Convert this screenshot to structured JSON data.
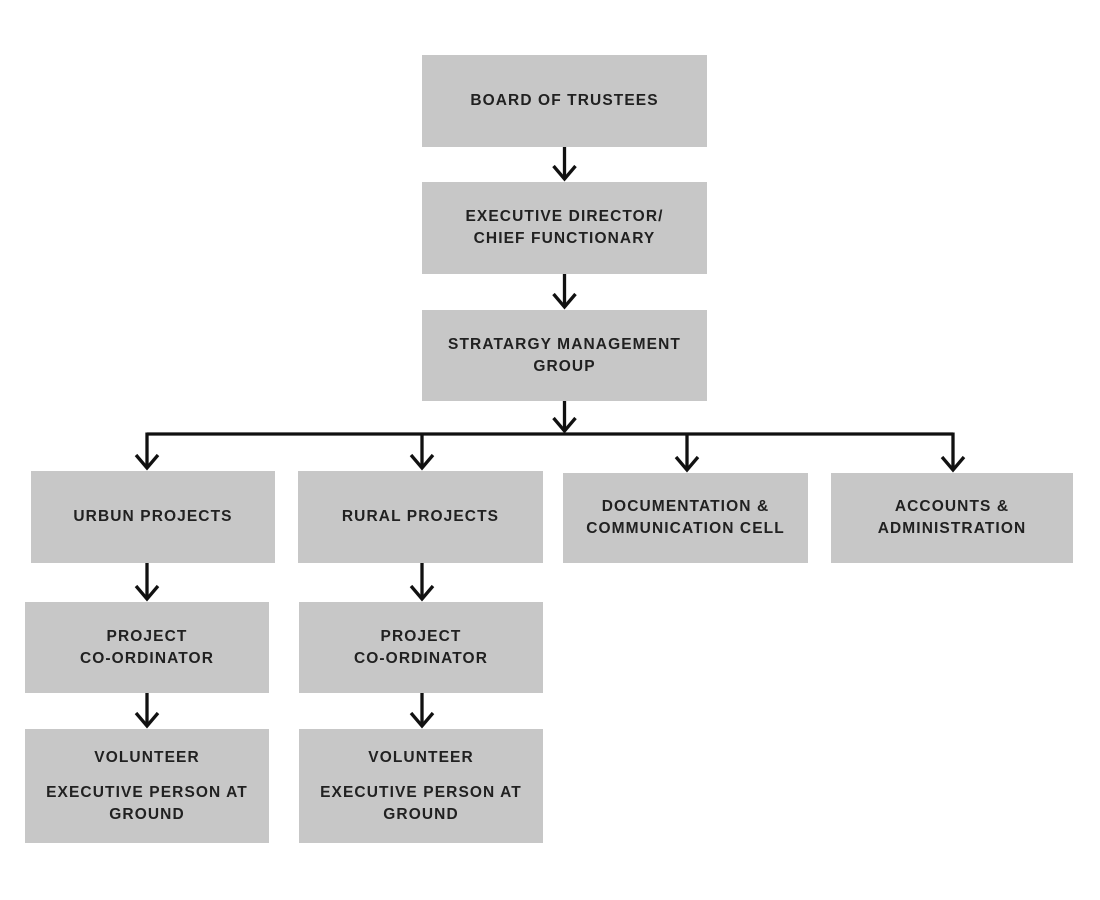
{
  "diagram": {
    "type": "org-chart",
    "colors": {
      "background": "#ffffff",
      "node_fill": "#c7c7c7",
      "node_text": "#212121",
      "connector": "#111111"
    },
    "nodes": {
      "board": {
        "label": "BOARD OF TRUSTEES"
      },
      "executive": {
        "line1": "EXECUTIVE DIRECTOR/",
        "line2": "CHIEF FUNCTIONARY"
      },
      "strategy": {
        "line1": "STRATARGY MANAGEMENT",
        "line2": "GROUP"
      },
      "urban": {
        "label": "URBUN PROJECTS"
      },
      "rural": {
        "label": "RURAL PROJECTS"
      },
      "documentation": {
        "line1": "DOCUMENTATION &",
        "line2": "COMMUNICATION CELL"
      },
      "accounts": {
        "line1": "ACCOUNTS &",
        "line2": "ADMINISTRATION"
      },
      "urban_coordinator": {
        "line1": "PROJECT",
        "line2": "CO-ORDINATOR"
      },
      "rural_coordinator": {
        "line1": "PROJECT",
        "line2": "CO-ORDINATOR"
      },
      "urban_volunteer": {
        "para1": "VOLUNTEER",
        "para2": "EXECUTIVE PERSON AT GROUND"
      },
      "rural_volunteer": {
        "para1": "VOLUNTEER",
        "para2": "EXECUTIVE PERSON AT GROUND"
      }
    },
    "edges": [
      {
        "from": "board",
        "to": "executive"
      },
      {
        "from": "executive",
        "to": "strategy"
      },
      {
        "from": "strategy",
        "to": "urban"
      },
      {
        "from": "strategy",
        "to": "rural"
      },
      {
        "from": "strategy",
        "to": "documentation"
      },
      {
        "from": "strategy",
        "to": "accounts"
      },
      {
        "from": "urban",
        "to": "urban_coordinator"
      },
      {
        "from": "urban_coordinator",
        "to": "urban_volunteer"
      },
      {
        "from": "rural",
        "to": "rural_coordinator"
      },
      {
        "from": "rural_coordinator",
        "to": "rural_volunteer"
      }
    ]
  }
}
